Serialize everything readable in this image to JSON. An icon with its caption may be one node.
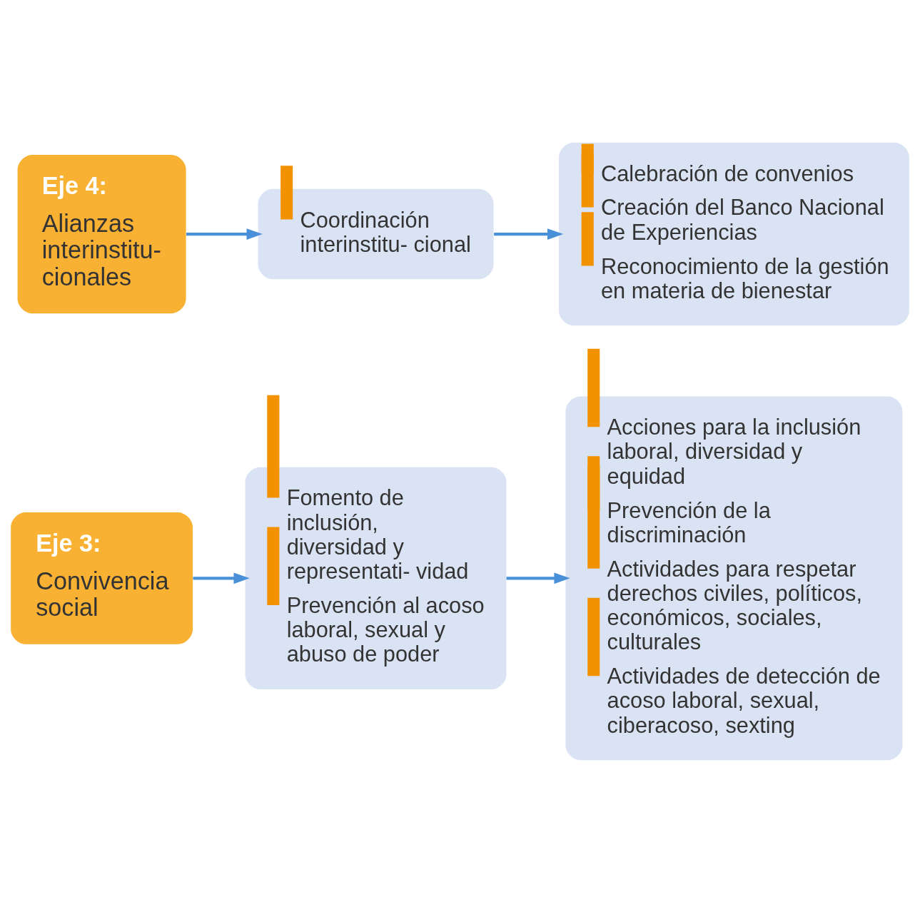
{
  "diagram": {
    "nodes": [
      {
        "text": [
          "Eje 3:",
          "Convivencia social"
        ]
      },
      {
        "text": [
          "Fomento de inclusión, diversidad y representati- vidad",
          "Prevención al acoso laboral, sexual y abuso de poder"
        ]
      },
      {
        "text": [
          "Acciones para la inclusión laboral, diversidad y equidad",
          "Prevención de la discriminación",
          "Actividades para respetar derechos civiles, políticos, económicos, sociales, culturales",
          "Actividades de detección de acoso laboral, sexual, ciberacoso, sexting"
        ]
      },
      {
        "text": [
          "Eje 4:",
          "Alianzas interinstitu- cionales"
        ]
      },
      {
        "text": [
          "Coordinación interinstitu- cional"
        ]
      },
      {
        "text": [
          "Calebración de convenios",
          "Creación del Banco Nacional de Experiencias",
          "Reconocimiento de la gestión en materia de bienestar"
        ]
      }
    ],
    "edges": [
      {
        "from": 0,
        "to": 1,
        "arrow": "to"
      },
      {
        "from": 1,
        "to": 2,
        "arrow": "to"
      },
      {
        "from": 3,
        "to": 4,
        "arrow": "to"
      },
      {
        "from": 4,
        "to": 5,
        "arrow": "to"
      }
    ]
  }
}
